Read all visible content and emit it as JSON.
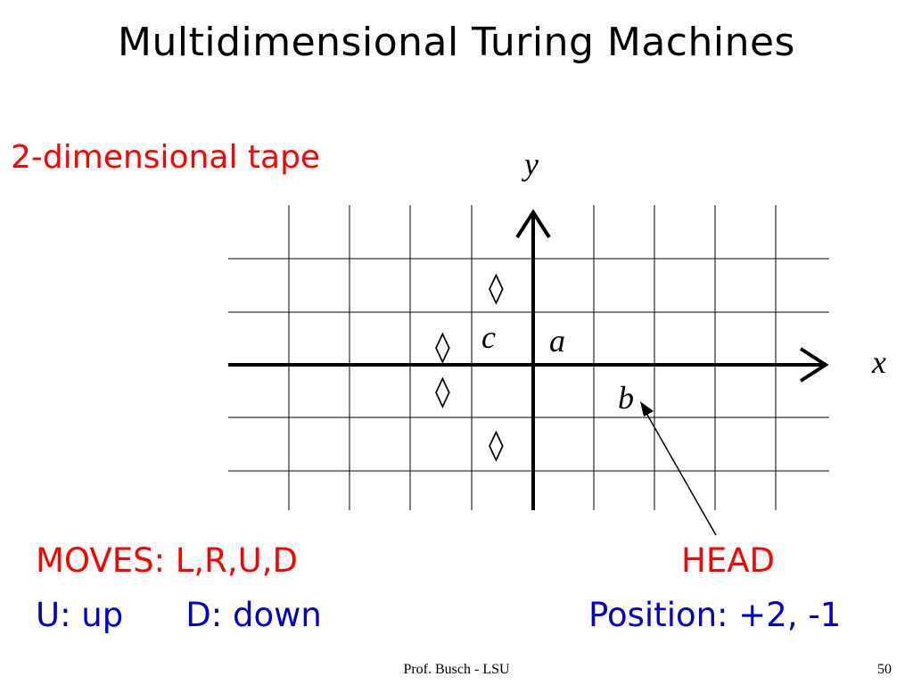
{
  "slide": {
    "title": "Multidimensional Turing Machines",
    "subtitle": "2-dimensional tape",
    "moves": "MOVES: L,R,U,D",
    "moves_up": "U: up",
    "moves_down": "D: down",
    "head_label": "HEAD",
    "head_position": "Position: +2, -1",
    "footer": "Prof. Busch - LSU",
    "page_number": "50"
  },
  "diagram": {
    "x_axis_label": "x",
    "y_axis_label": "y",
    "cells": {
      "c": "c",
      "a": "a",
      "b": "b",
      "blank_symbol": "◊"
    }
  }
}
